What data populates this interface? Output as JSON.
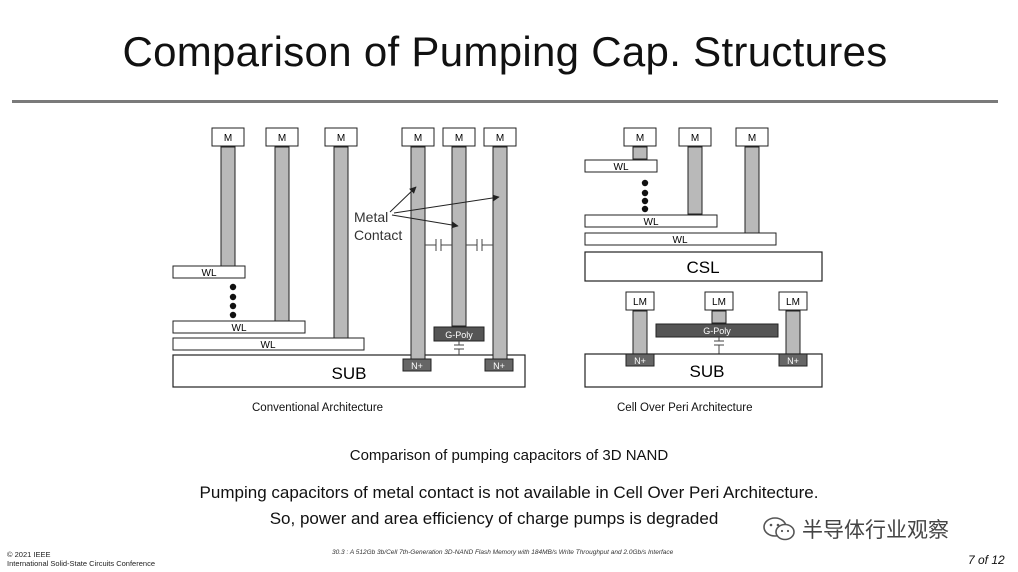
{
  "title": "Comparison of Pumping Cap. Structures",
  "left": {
    "m_label": "M",
    "wl_label": "WL",
    "sub_label": "SUB",
    "nplus_label": "N+",
    "gpoly_label": "G-Poly",
    "annotation_line1": "Metal",
    "annotation_line2": "Contact",
    "caption": "Conventional Architecture"
  },
  "right": {
    "m_label": "M",
    "wl_label": "WL",
    "csl_label": "CSL",
    "lm_label": "LM",
    "gpoly_label": "G-Poly",
    "nplus_label": "N+",
    "sub_label": "SUB",
    "caption": "Cell Over Peri Architecture"
  },
  "figure_caption": "Comparison of pumping capacitors of 3D NAND",
  "statement_line1": "Pumping capacitors of metal contact is not available in Cell Over Peri Architecture.",
  "statement_line2": "So, power and area efficiency of charge pumps is degraded",
  "footer": {
    "copyright": "© 2021 IEEE",
    "conference": "International Solid-State Circuits Conference",
    "paper": "30.3 : A 512Gb 3b/Cell 7th-Generation 3D-NAND Flash Memory with 184MB/s Write Throughput and 2.0Gb/s Interface",
    "page": "7 of 12"
  },
  "watermark": "半导体行业观察",
  "colors": {
    "pillar": "#b9b9b9",
    "dark_block": "#555555",
    "outline": "#222222"
  }
}
